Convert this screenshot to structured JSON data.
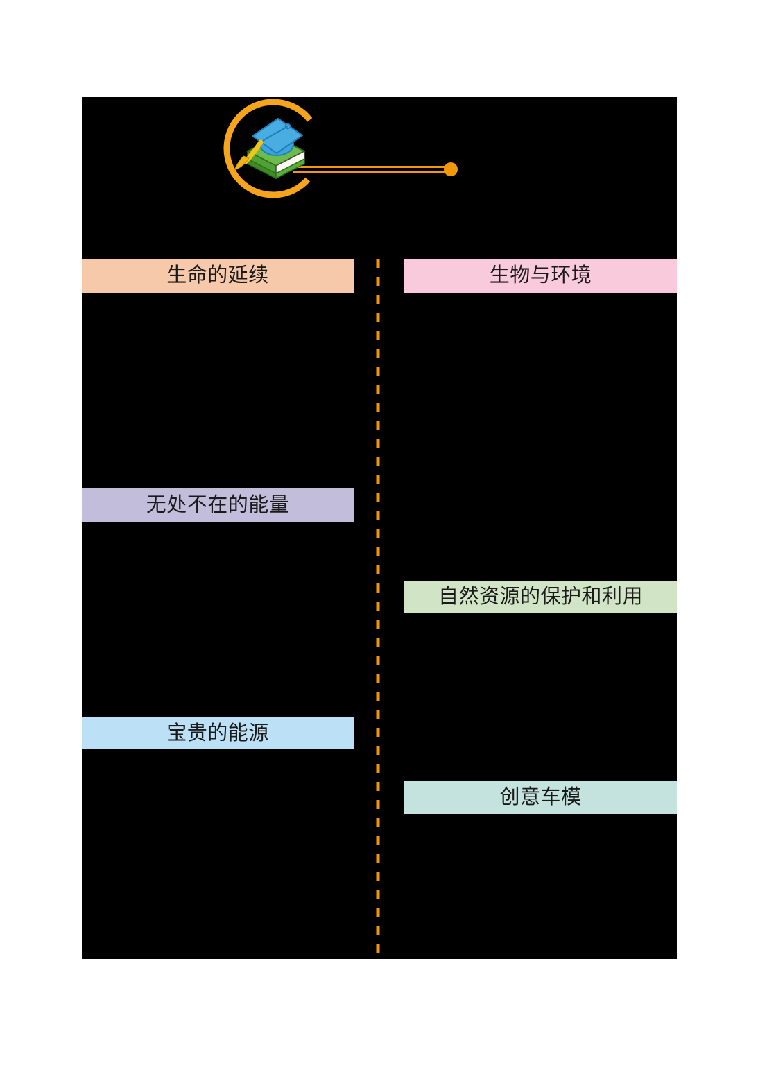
{
  "accents": {
    "orange_ring": "#F5A41C",
    "orange_connector": "#F2990B",
    "text_color": "#1A1A1A",
    "board_background": "#000000",
    "page_background": "#FFFFFF"
  },
  "logo": {
    "icon": "graduation-cap-on-book",
    "cap_color": "#4AADE2",
    "cap_outline": "#1E7FB8",
    "book_color": "#6CBB4B",
    "book_outline": "#2D6E1E",
    "pages_color": "#FCFCF4",
    "tassel_color": "#F5C418"
  },
  "divider": {
    "style": "vertical-dashed",
    "color": "#F2990B"
  },
  "sections": {
    "left": [
      {
        "label": "生命的延续",
        "color": "#F7C9AB"
      },
      {
        "label": "无处不在的能量",
        "color": "#C1BDDB"
      },
      {
        "label": "宝贵的能源",
        "color": "#BCE0F5"
      }
    ],
    "right": [
      {
        "label": "生物与环境",
        "color": "#F8CADC"
      },
      {
        "label": "自然资源的保护和利用",
        "color": "#D1E4C5"
      },
      {
        "label": "创意车模",
        "color": "#C4E3DE"
      }
    ]
  }
}
